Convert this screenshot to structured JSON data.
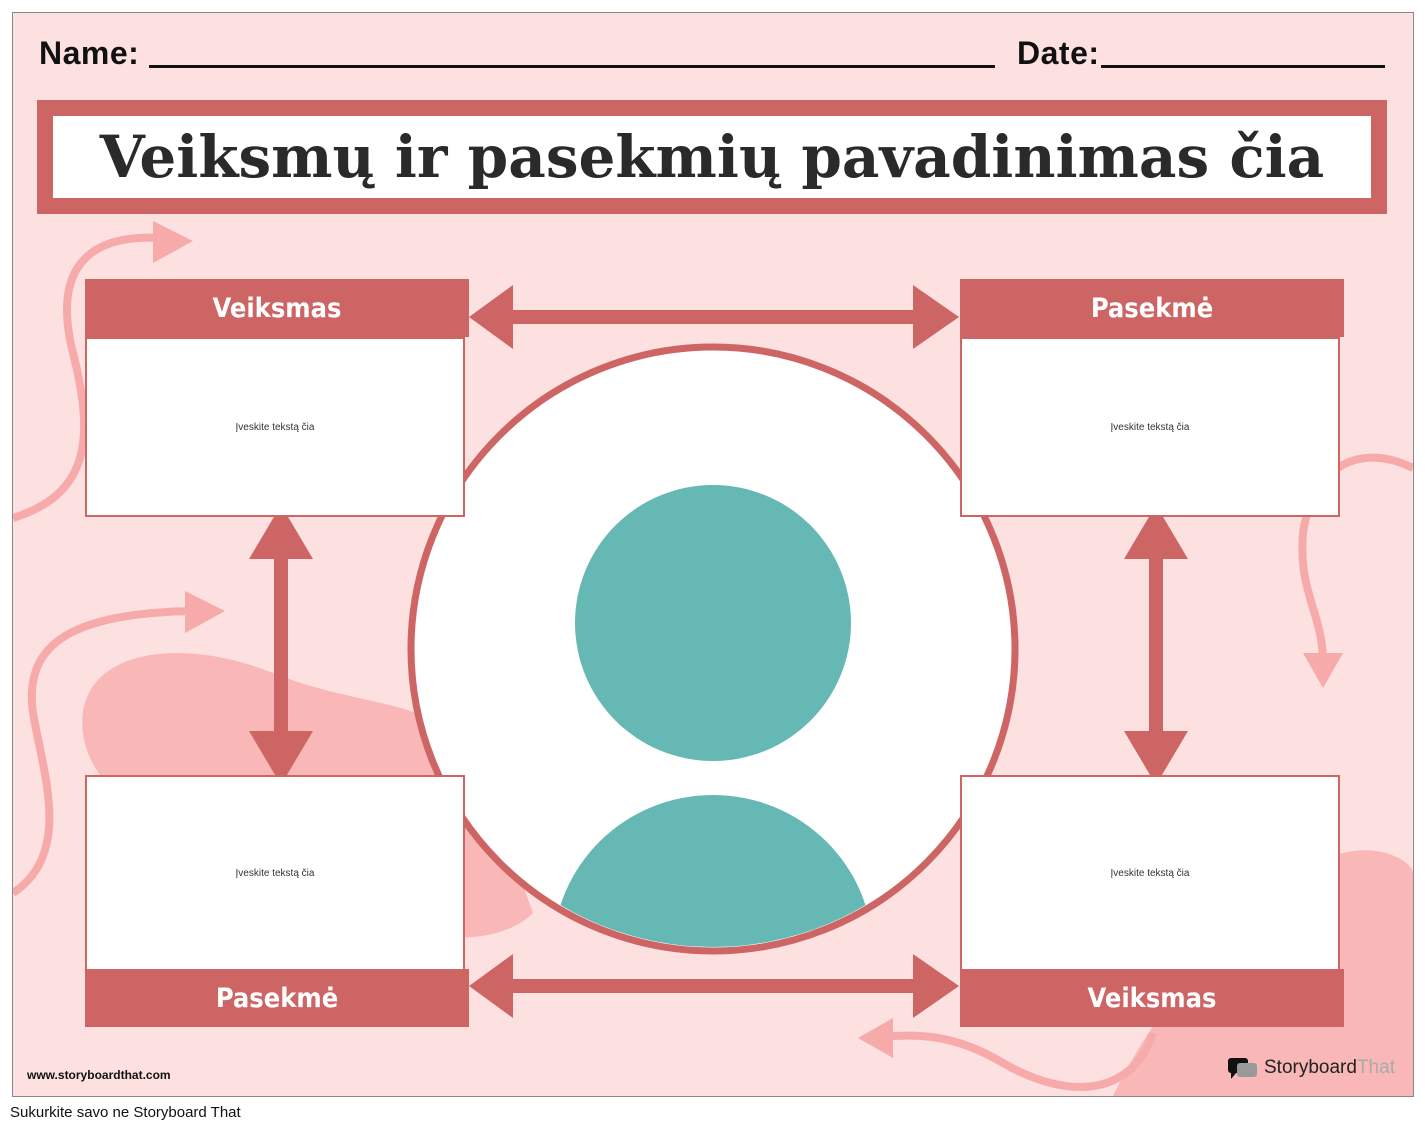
{
  "header": {
    "name_label": "Name:",
    "date_label": "Date:"
  },
  "title": "Veiksmų ir pasekmių pavadinimas čia",
  "boxes": [
    {
      "heading": "Veiksmas",
      "placeholder": "Įveskite tekstą čia"
    },
    {
      "heading": "Pasekmė",
      "placeholder": "Įveskite tekstą čia"
    },
    {
      "heading": "Pasekmė",
      "placeholder": "Įveskite tekstą čia"
    },
    {
      "heading": "Veiksmas",
      "placeholder": "Įveskite tekstą čia"
    }
  ],
  "watermark_url": "www.storyboardthat.com",
  "logo": {
    "part1": "Storyboard",
    "part2": "That"
  },
  "footer": "Sukurkite savo ne Storyboard That",
  "colors": {
    "background": "#fde0e0",
    "accent": "#cd6565",
    "teal": "#66b8b4",
    "blob": "#f9b7b7"
  }
}
